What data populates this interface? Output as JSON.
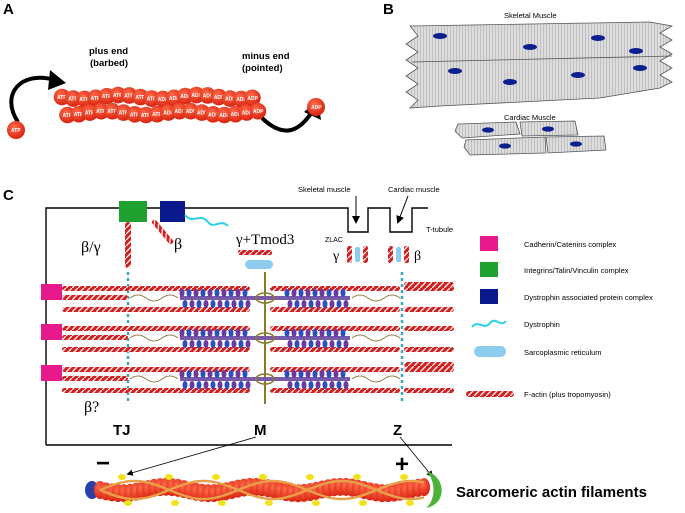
{
  "panels": {
    "a": {
      "letter": "A",
      "plus_end": "plus end",
      "plus_end_sub": "(barbed)",
      "minus_end": "minus end",
      "minus_end_sub": "(pointed)",
      "atp": "ATP",
      "adp": "ADP"
    },
    "b": {
      "letter": "B",
      "skeletal": "Skeletal Muscle",
      "cardiac": "Cardiac Muscle"
    },
    "c": {
      "letter": "C",
      "skeletal_muscle": "Skeletal muscle",
      "cardiac_muscle": "Cardiac muscle",
      "ttubule": "T-tubule",
      "zlac": "ZLAC",
      "gamma": "γ",
      "beta": "β",
      "beta_gamma": "β/γ",
      "beta_side": "β",
      "gamma_tmod": "γ+Tmod3",
      "beta_q": "β?",
      "tj": "TJ",
      "m": "M",
      "z": "Z",
      "minus": "−",
      "plus": "+",
      "sarcomeric": "Sarcomeric actin filaments"
    }
  },
  "legend": [
    {
      "label": "Cadherin/Catenins complex",
      "color": "#e8198b",
      "kind": "square"
    },
    {
      "label": "Integrins/Talin/Vinculin complex",
      "color": "#1fa12f",
      "kind": "square"
    },
    {
      "label": "Dystrophin associated protein complex",
      "color": "#0a1a8c",
      "kind": "square"
    },
    {
      "label": "Dystrophin",
      "color": "#2ad0e6",
      "kind": "wave"
    },
    {
      "label": "Sarcoplasmic reticulum",
      "color": "#8ccdef",
      "kind": "pill"
    },
    {
      "label": "F-actin (plus tropomyosin)",
      "color": "#d42020",
      "kind": "filament"
    }
  ],
  "colors": {
    "actin": "#e8251a",
    "actin_dark": "#b01010",
    "myosin_purple": "#6a3aa0",
    "myosin_blue": "#2c4fc0",
    "nucleus": "#0b1f8f",
    "cell_gray": "#cfcfcf"
  }
}
